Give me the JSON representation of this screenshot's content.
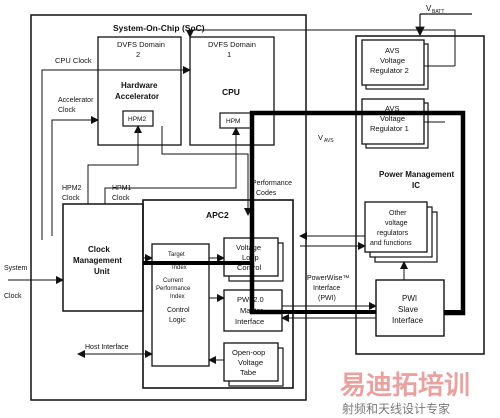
{
  "soc": {
    "title": "System-On-Chip (SoC)"
  },
  "pmic": {
    "line1": "Power Management",
    "line2": "IC"
  },
  "vbatt": {
    "label": "V",
    "sub": "BATT"
  },
  "vavs": {
    "label": "V",
    "sub": "AVS"
  },
  "dvfs2": {
    "line1": "DVFS Domain",
    "line2": "2"
  },
  "dvfs1": {
    "line1": "DVFS Domain",
    "line2": "1"
  },
  "hw_accel": {
    "line1": "Hardware",
    "line2": "Accelerator"
  },
  "hpm2": {
    "label": "HPM2"
  },
  "cpu": {
    "label": "CPU"
  },
  "hpm1": {
    "label": "HPM"
  },
  "avs2": {
    "line1": "AVS",
    "line2": "Voltage",
    "line3": "Regulator 2"
  },
  "avs1": {
    "line1": "AVS",
    "line2": "Voltage",
    "line3": "Regulator 1"
  },
  "cpu_clock": {
    "label": "CPU Clock"
  },
  "accel_clock": {
    "line1": "Accelerator",
    "line2": "Clock"
  },
  "hpm2_clock": {
    "line1": "HPM2",
    "line2": "Clock"
  },
  "hpm1_clock": {
    "line1": "HPM1",
    "line2": "Clock"
  },
  "perf_codes": {
    "line1": "Performance",
    "line2": "Codes"
  },
  "cmu": {
    "line1": "Clock",
    "line2": "Management",
    "line3": "Unit"
  },
  "system_clock": {
    "line1": "System",
    "line2": "Clock"
  },
  "apc2": {
    "label": "APC2"
  },
  "target_index": {
    "line1": "Target",
    "line2": "Index"
  },
  "current_index": {
    "line1": "Current",
    "line2": "Performance",
    "line3": "Index"
  },
  "control_logic": {
    "line1": "Control",
    "line2": "Logic"
  },
  "voltage_loop": {
    "line1": "Voltage",
    "line2": "Loop",
    "line3": "Control"
  },
  "pwi_master": {
    "line1": "PWI 2.0",
    "line2": "Master",
    "line3": "Interface"
  },
  "open_loop": {
    "line1": "Open-oop",
    "line2": "Voltage",
    "line3": "Tabe"
  },
  "host_interface": {
    "label": "Host Interface"
  },
  "other_regs": {
    "line1": "Other",
    "line2": "voltage",
    "line3": "regulators",
    "line4": "and functions"
  },
  "powerwise": {
    "line1": "PowerWise™",
    "line2": "Interface",
    "line3": "(PWI)"
  },
  "pwi_slave": {
    "line1": "PWI",
    "line2": "Slave",
    "line3": "Interface"
  },
  "watermark": {
    "line1": "易迪拓培训",
    "line2": "射频和天线设计专家"
  },
  "colors": {
    "line": "#111111",
    "bold_path": "#000000",
    "watermark": "#d9534f"
  }
}
